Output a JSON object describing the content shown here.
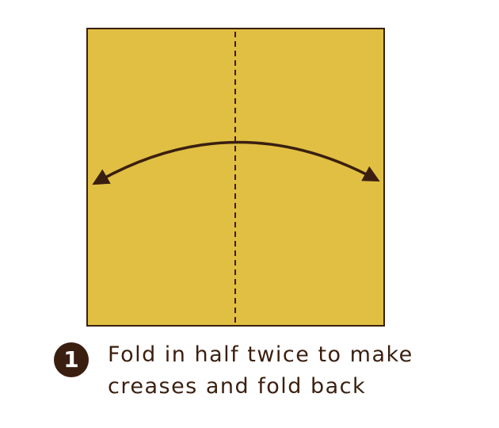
{
  "diagram": {
    "paper_color": "#e0bf42",
    "line_color": "#3a1f10",
    "fold_line": "dashed"
  },
  "step": {
    "number": "1",
    "instruction_line1": "Fold in half twice to make",
    "instruction_line2": "creases and fold back"
  }
}
